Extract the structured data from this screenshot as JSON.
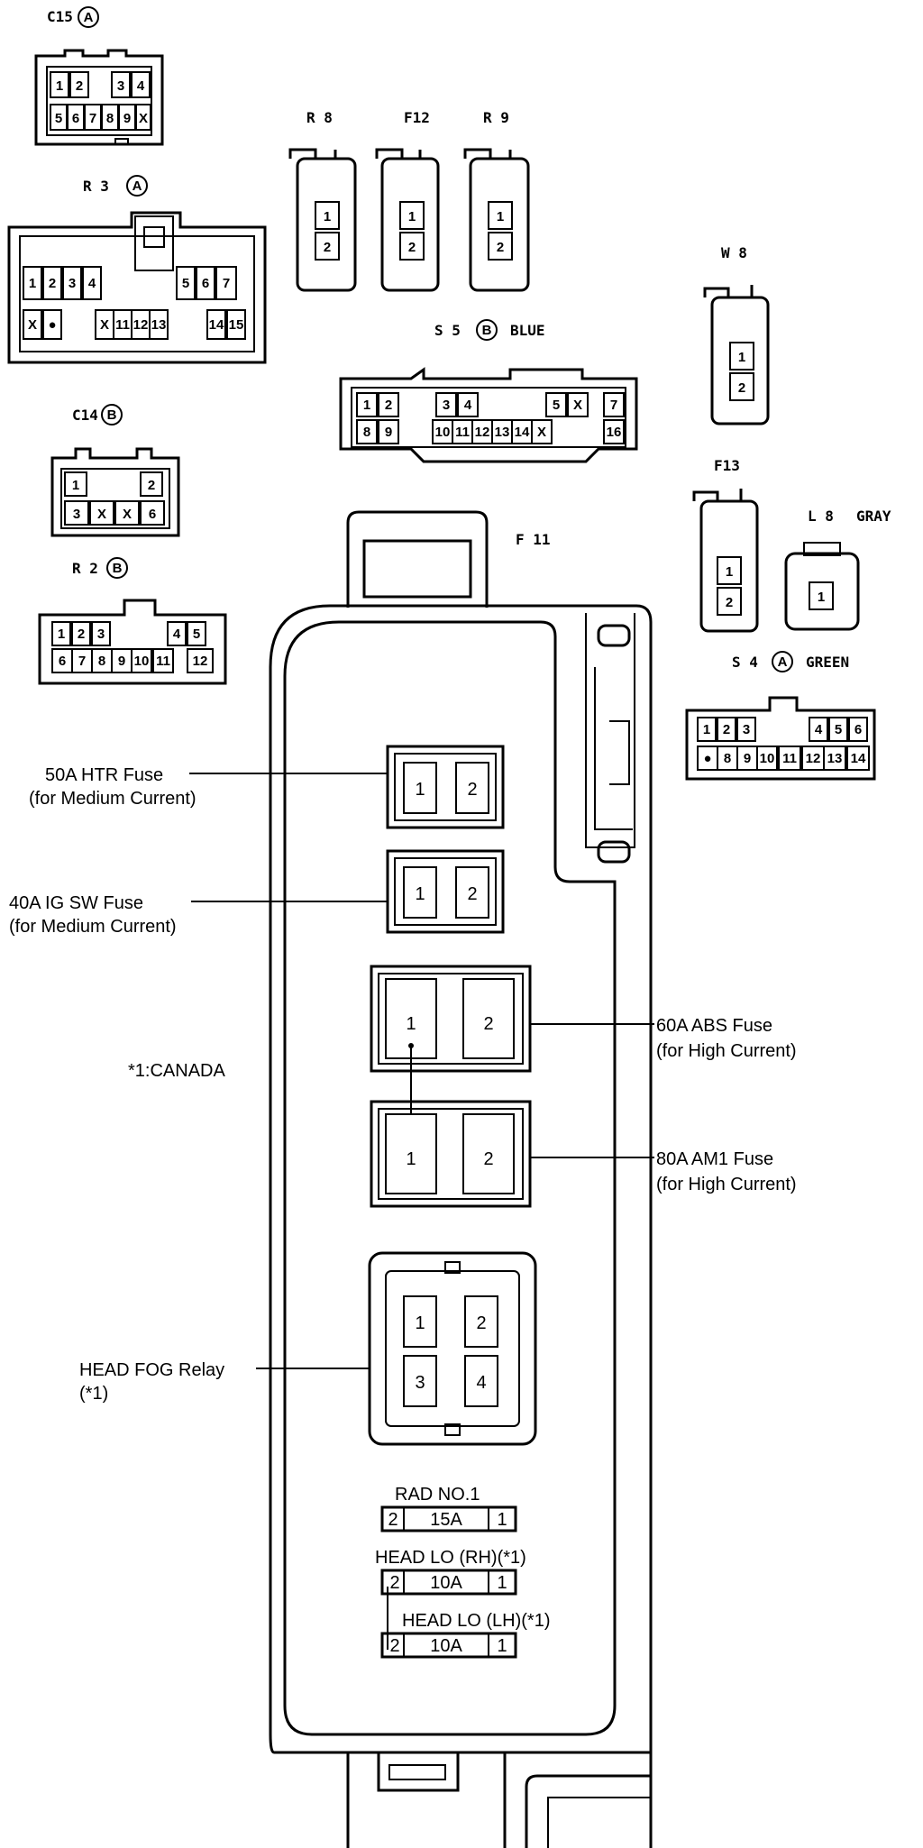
{
  "connectors": {
    "c15": {
      "title": "C15",
      "badge": "A",
      "row1": [
        "1",
        "2",
        "",
        "3",
        "4"
      ],
      "row2": [
        "5",
        "6",
        "7",
        "8",
        "9",
        "X"
      ]
    },
    "r3": {
      "title": "R 3",
      "badge": "A",
      "row1": [
        "1",
        "2",
        "3",
        "4",
        "",
        "5",
        "6",
        "7"
      ],
      "row2": [
        "X",
        "●",
        "",
        "X",
        "11",
        "12",
        "13",
        "",
        "14",
        "15"
      ]
    },
    "c14": {
      "title": "C14",
      "badge": "B",
      "row1": [
        "1",
        "2"
      ],
      "row2": [
        "3",
        "X",
        "X",
        "6"
      ]
    },
    "r2": {
      "title": "R 2",
      "badge": "B",
      "row1": [
        "1",
        "2",
        "3",
        "4",
        "5"
      ],
      "row2": [
        "6",
        "7",
        "8",
        "9",
        "10",
        "11",
        "12"
      ]
    },
    "r8": {
      "title": "R 8",
      "pins": [
        "1",
        "2"
      ]
    },
    "f12": {
      "title": "F12",
      "pins": [
        "1",
        "2"
      ]
    },
    "r9": {
      "title": "R 9",
      "pins": [
        "1",
        "2"
      ]
    },
    "w8": {
      "title": "W 8",
      "pins": [
        "1",
        "2"
      ]
    },
    "f13": {
      "title": "F13",
      "pins": [
        "1",
        "2"
      ]
    },
    "l8": {
      "title": "L 8",
      "suffix": "GRAY",
      "pin": "1"
    },
    "s5": {
      "title": "S 5",
      "badge": "B",
      "suffix": "BLUE",
      "row1": [
        "1",
        "2",
        "3",
        "4",
        "5",
        "X",
        "7"
      ],
      "row2": [
        "8",
        "9",
        "10",
        "11",
        "12",
        "13",
        "14",
        "X",
        "16"
      ]
    },
    "s4": {
      "title": "S 4",
      "badge": "A",
      "suffix": "GREEN",
      "row1": [
        "1",
        "2",
        "3",
        "4",
        "5",
        "6"
      ],
      "row2": [
        "●",
        "8",
        "9",
        "10",
        "11",
        "12",
        "13",
        "14"
      ]
    }
  },
  "block": {
    "title": "F 11"
  },
  "fuses": {
    "htr": {
      "line1": "50A HTR Fuse",
      "line2": "(for Medium Current)",
      "pin1": "1",
      "pin2": "2"
    },
    "igsw": {
      "line1": "40A IG SW Fuse",
      "line2": "(for Medium Current)",
      "pin1": "1",
      "pin2": "2"
    },
    "abs": {
      "line1": "60A ABS Fuse",
      "line2": "(for High Current)",
      "pin1": "1",
      "pin2": "2"
    },
    "am1": {
      "line1": "80A AM1 Fuse",
      "line2": "(for High Current)",
      "pin1": "1",
      "pin2": "2"
    }
  },
  "relay": {
    "line1": "HEAD FOG Relay",
    "line2": "(*1)",
    "pins": [
      "1",
      "2",
      "3",
      "4"
    ]
  },
  "note": "*1:CANADA",
  "mini_fuses": [
    {
      "name": "RAD NO.1",
      "left": "2",
      "rating": "15A",
      "right": "1"
    },
    {
      "name": "HEAD LO (RH)(*1)",
      "left": "2",
      "rating": "10A",
      "right": "1"
    },
    {
      "name": "HEAD LO (LH)(*1)",
      "left": "2",
      "rating": "10A",
      "right": "1"
    }
  ]
}
